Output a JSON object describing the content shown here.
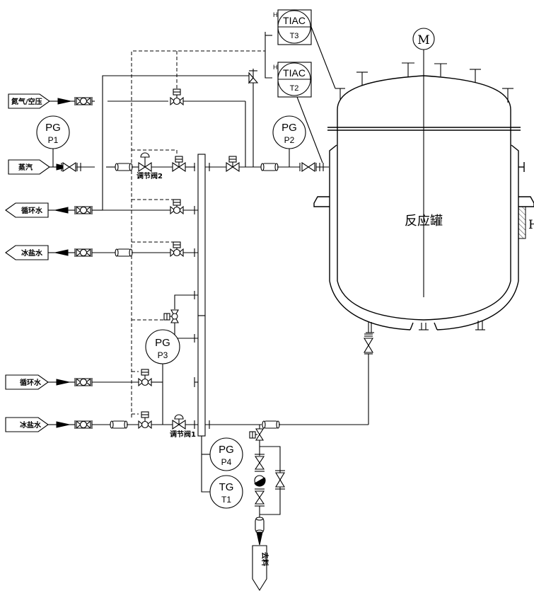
{
  "diagram": {
    "type": "P&ID",
    "vessel": {
      "label": "反应罐",
      "motor": "M",
      "side_label": "H"
    },
    "streams": {
      "nitrogen": "氮气/空压",
      "steam": "蒸汽",
      "cw_return": "循环水",
      "brine_return": "冰盐水",
      "cw_supply": "循环水",
      "brine_supply": "冰盐水",
      "outlet": "去料"
    },
    "control_valves": {
      "cv1": "调节阀1",
      "cv2": "调节阀2"
    },
    "instruments": [
      {
        "id": "p1",
        "func": "PG",
        "tag": "P1"
      },
      {
        "id": "p2",
        "func": "PG",
        "tag": "P2"
      },
      {
        "id": "p3",
        "func": "PG",
        "tag": "P3"
      },
      {
        "id": "p4",
        "func": "PG",
        "tag": "P4"
      },
      {
        "id": "t1",
        "func": "TG",
        "tag": "T1"
      },
      {
        "id": "t2",
        "func": "TIAC",
        "tag": "T2",
        "alarm": "H"
      },
      {
        "id": "t3",
        "func": "TIAC",
        "tag": "T3",
        "alarm": "H"
      }
    ]
  }
}
